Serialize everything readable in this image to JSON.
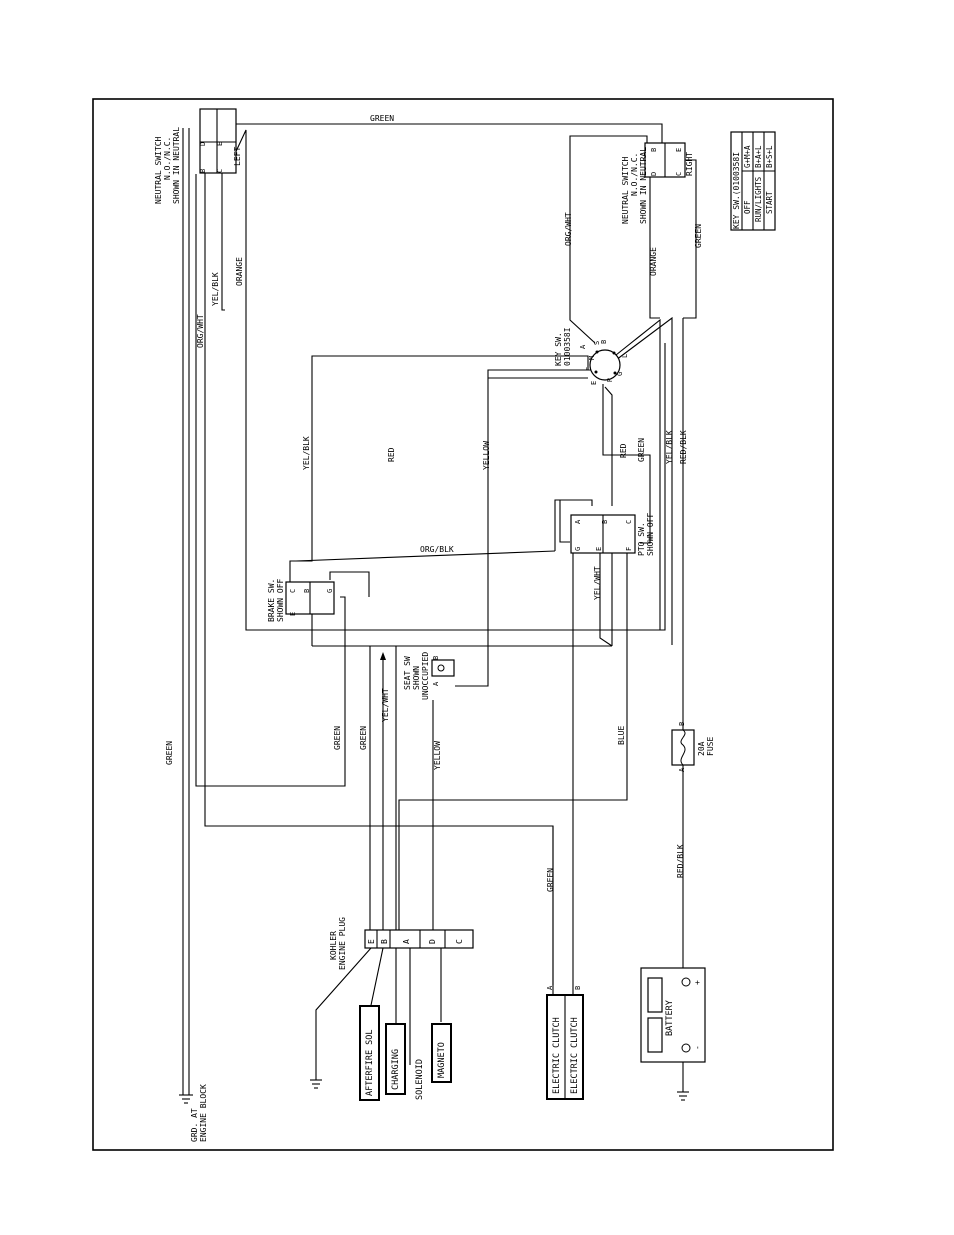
{
  "wires": {
    "green_top": "GREEN",
    "green_main": "GREEN",
    "green_left_a": "GREEN",
    "green_left_b": "GREEN",
    "green_right": "GREEN",
    "green_center": "GREEN",
    "green_clutch": "GREEN",
    "yel_blk_left": "YEL/BLK",
    "yel_blk_main": "YEL/BLK",
    "yel_blk_right": "YEL/BLK",
    "orange_left": "ORANGE",
    "orange_right": "ORANGE",
    "org_wht_left": "ORG/WHT",
    "org_wht_right": "ORG/WHT",
    "org_blk": "ORG/BLK",
    "red_main": "RED",
    "red_center": "RED",
    "red_blk_right": "RED/BLK",
    "red_blk_low": "RED/BLK",
    "yellow_main": "YELLOW",
    "yellow_low": "YELLOW",
    "yel_wht_main": "YEL/WHT",
    "yel_wht_pto": "YEL/WHT",
    "blue": "BLUE"
  },
  "neutral_left": {
    "l1": "NEUTRAL SWITCH",
    "l2": "N.O./N.C.",
    "l3": "SHOWN IN NEUTRAL",
    "side": "LEFT"
  },
  "neutral_right": {
    "l1": "NEUTRAL SWITCH",
    "l2": "N.O./N.C.",
    "l3": "SHOWN IN NEUTRAL",
    "side": "RIGHT"
  },
  "key_switch": {
    "l1": "KEY SW.",
    "l2": "0100358I"
  },
  "key_table": {
    "header": "KEY SW.(0100358I",
    "rows": [
      [
        "OFF",
        "G+M+A"
      ],
      [
        "RUN/LIGHTS",
        "B+A+L"
      ],
      [
        "START",
        "B+S+L"
      ]
    ]
  },
  "brake_switch": {
    "l1": "BRAKE SW.",
    "l2": "SHOWN OFF"
  },
  "pto_switch": {
    "l1": "PTO SW.",
    "l2": "SHOWN OFF"
  },
  "seat_switch": {
    "l1": "SEAT SW",
    "l2": "SHOWN",
    "l3": "UNOCCUPIED"
  },
  "fuse": {
    "l1": "20A",
    "l2": "FUSE"
  },
  "engine_plug": {
    "l1": "KOHLER",
    "l2": "ENGINE PLUG",
    "pins": [
      "E",
      "B",
      "A",
      "D",
      "C"
    ]
  },
  "components": {
    "afterfire": "AFTERFIRE SOL",
    "charging": "CHARGING",
    "solenoid": "SOLENOID",
    "magneto": "MAGNETO",
    "clutch_a": "ELECTRIC CLUTCH",
    "clutch_b": "ELECTRIC CLUTCH",
    "battery": "BATTERY",
    "plus": "+",
    "minus": "-"
  },
  "ground": {
    "l1": "GRD. AT",
    "l2": "ENGINE BLOCK"
  },
  "pins": {
    "nl_b": "B",
    "nl_d": "D",
    "nl_c": "C",
    "nl_e": "E",
    "nr_b": "B",
    "nr_e": "E",
    "nr_d": "D",
    "nr_c": "C",
    "k_a": "A",
    "k_s": "S",
    "k_b": "B",
    "k_m": "M",
    "k_g": "G",
    "k_l": "L",
    "k_r": "R",
    "k_c": "C",
    "k_e": "E",
    "br_e": "E",
    "br_c": "C",
    "br_b": "B",
    "br_g": "G",
    "pto_a": "A",
    "pto_b": "B",
    "pto_c": "C",
    "pto_g": "G",
    "pto_e": "E",
    "pto_f": "F",
    "seat_a": "A",
    "seat_b": "B",
    "fuse_a": "A",
    "fuse_b": "B",
    "cl_a": "A",
    "cl_b": "B"
  }
}
